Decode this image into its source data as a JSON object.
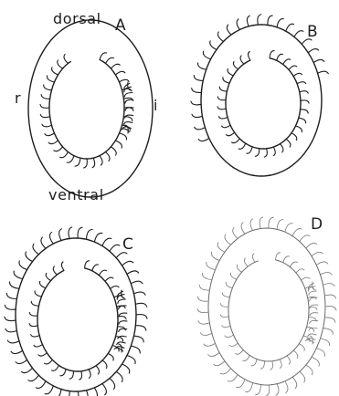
{
  "labels": {
    "dorsal": "dorsal",
    "ventral": "ventral",
    "r": "r",
    "i": "i"
  },
  "panels": [
    {
      "letter": "A"
    },
    {
      "letter": "B"
    },
    {
      "letter": "C"
    },
    {
      "letter": "D"
    }
  ]
}
